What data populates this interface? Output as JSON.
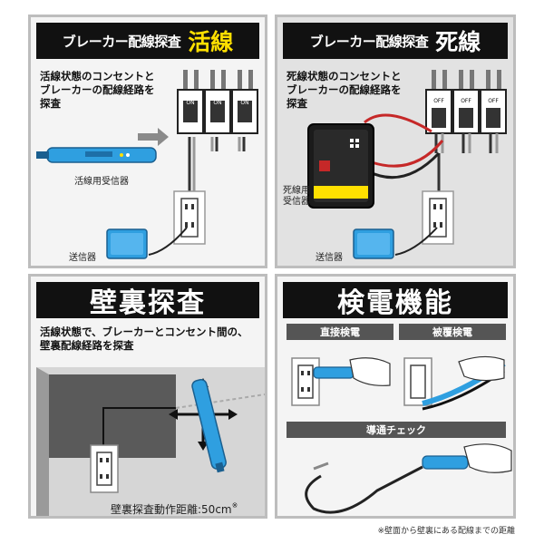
{
  "panels": {
    "live": {
      "title_small": "ブレーカー配線探査",
      "title_big": "活線",
      "desc_line1": "活線状態のコンセントと",
      "desc_line2": "ブレーカーの配線経路を",
      "desc_line3": "探査",
      "receiver_label": "活線用受信器",
      "transmitter_label": "送信器",
      "breaker_label": "ON"
    },
    "dead": {
      "title_small": "ブレーカー配線探査",
      "title_big": "死線",
      "desc_line1": "死線状態のコンセントと",
      "desc_line2": "ブレーカーの配線経路を",
      "desc_line3": "探査",
      "receiver_label_line1": "死線用",
      "receiver_label_line2": "受信器",
      "transmitter_label": "送信器",
      "breaker_label": "OFF"
    },
    "wall": {
      "title": "壁裏探査",
      "desc_line1": "活線状態で、ブレーカーとコンセント間の、",
      "desc_line2": "壁裏配線経路を探査",
      "distance_label": "壁裏探査動作距離:50cm",
      "distance_mark": "※"
    },
    "detect": {
      "title": "検電機能",
      "sub1": "直接検電",
      "sub2": "被覆検電",
      "sub3": "導通チェック"
    }
  },
  "footnote": "※壁面から壁裏にある配線までの距離",
  "colors": {
    "accent_yellow": "#ffe000",
    "device_blue": "#2f9fe0",
    "header_black": "#111111"
  }
}
